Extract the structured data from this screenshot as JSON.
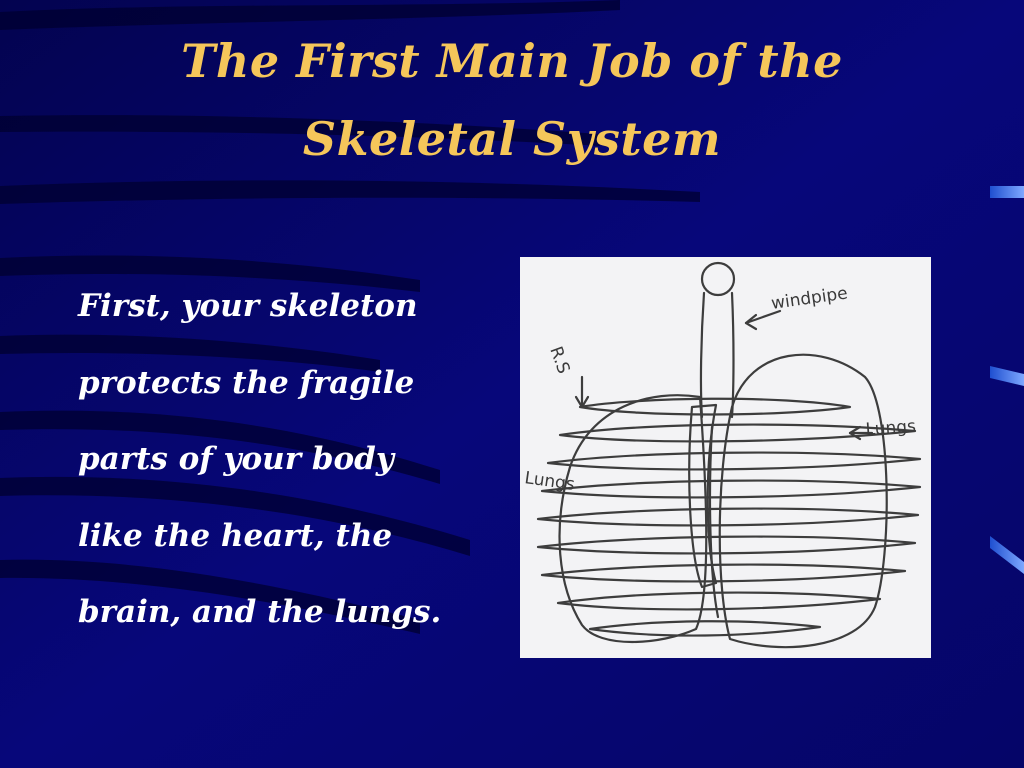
{
  "slide": {
    "title_lines": [
      "The First Main Job of the",
      "Skeletal System"
    ],
    "body_lines": [
      "First, your skeleton",
      "protects the fragile",
      "parts of your body",
      "like the heart, the",
      "brain, and the lungs."
    ]
  },
  "drawing": {
    "label_windpipe": "windpipe",
    "label_lungs_right": "Lungs",
    "label_lungs_left": "Lungs",
    "label_ribs": "R.S"
  },
  "colors": {
    "background": "#06066f",
    "title": "#f5c65a",
    "body_text": "#ffffff",
    "accent_marks": "#3b6fe0"
  }
}
